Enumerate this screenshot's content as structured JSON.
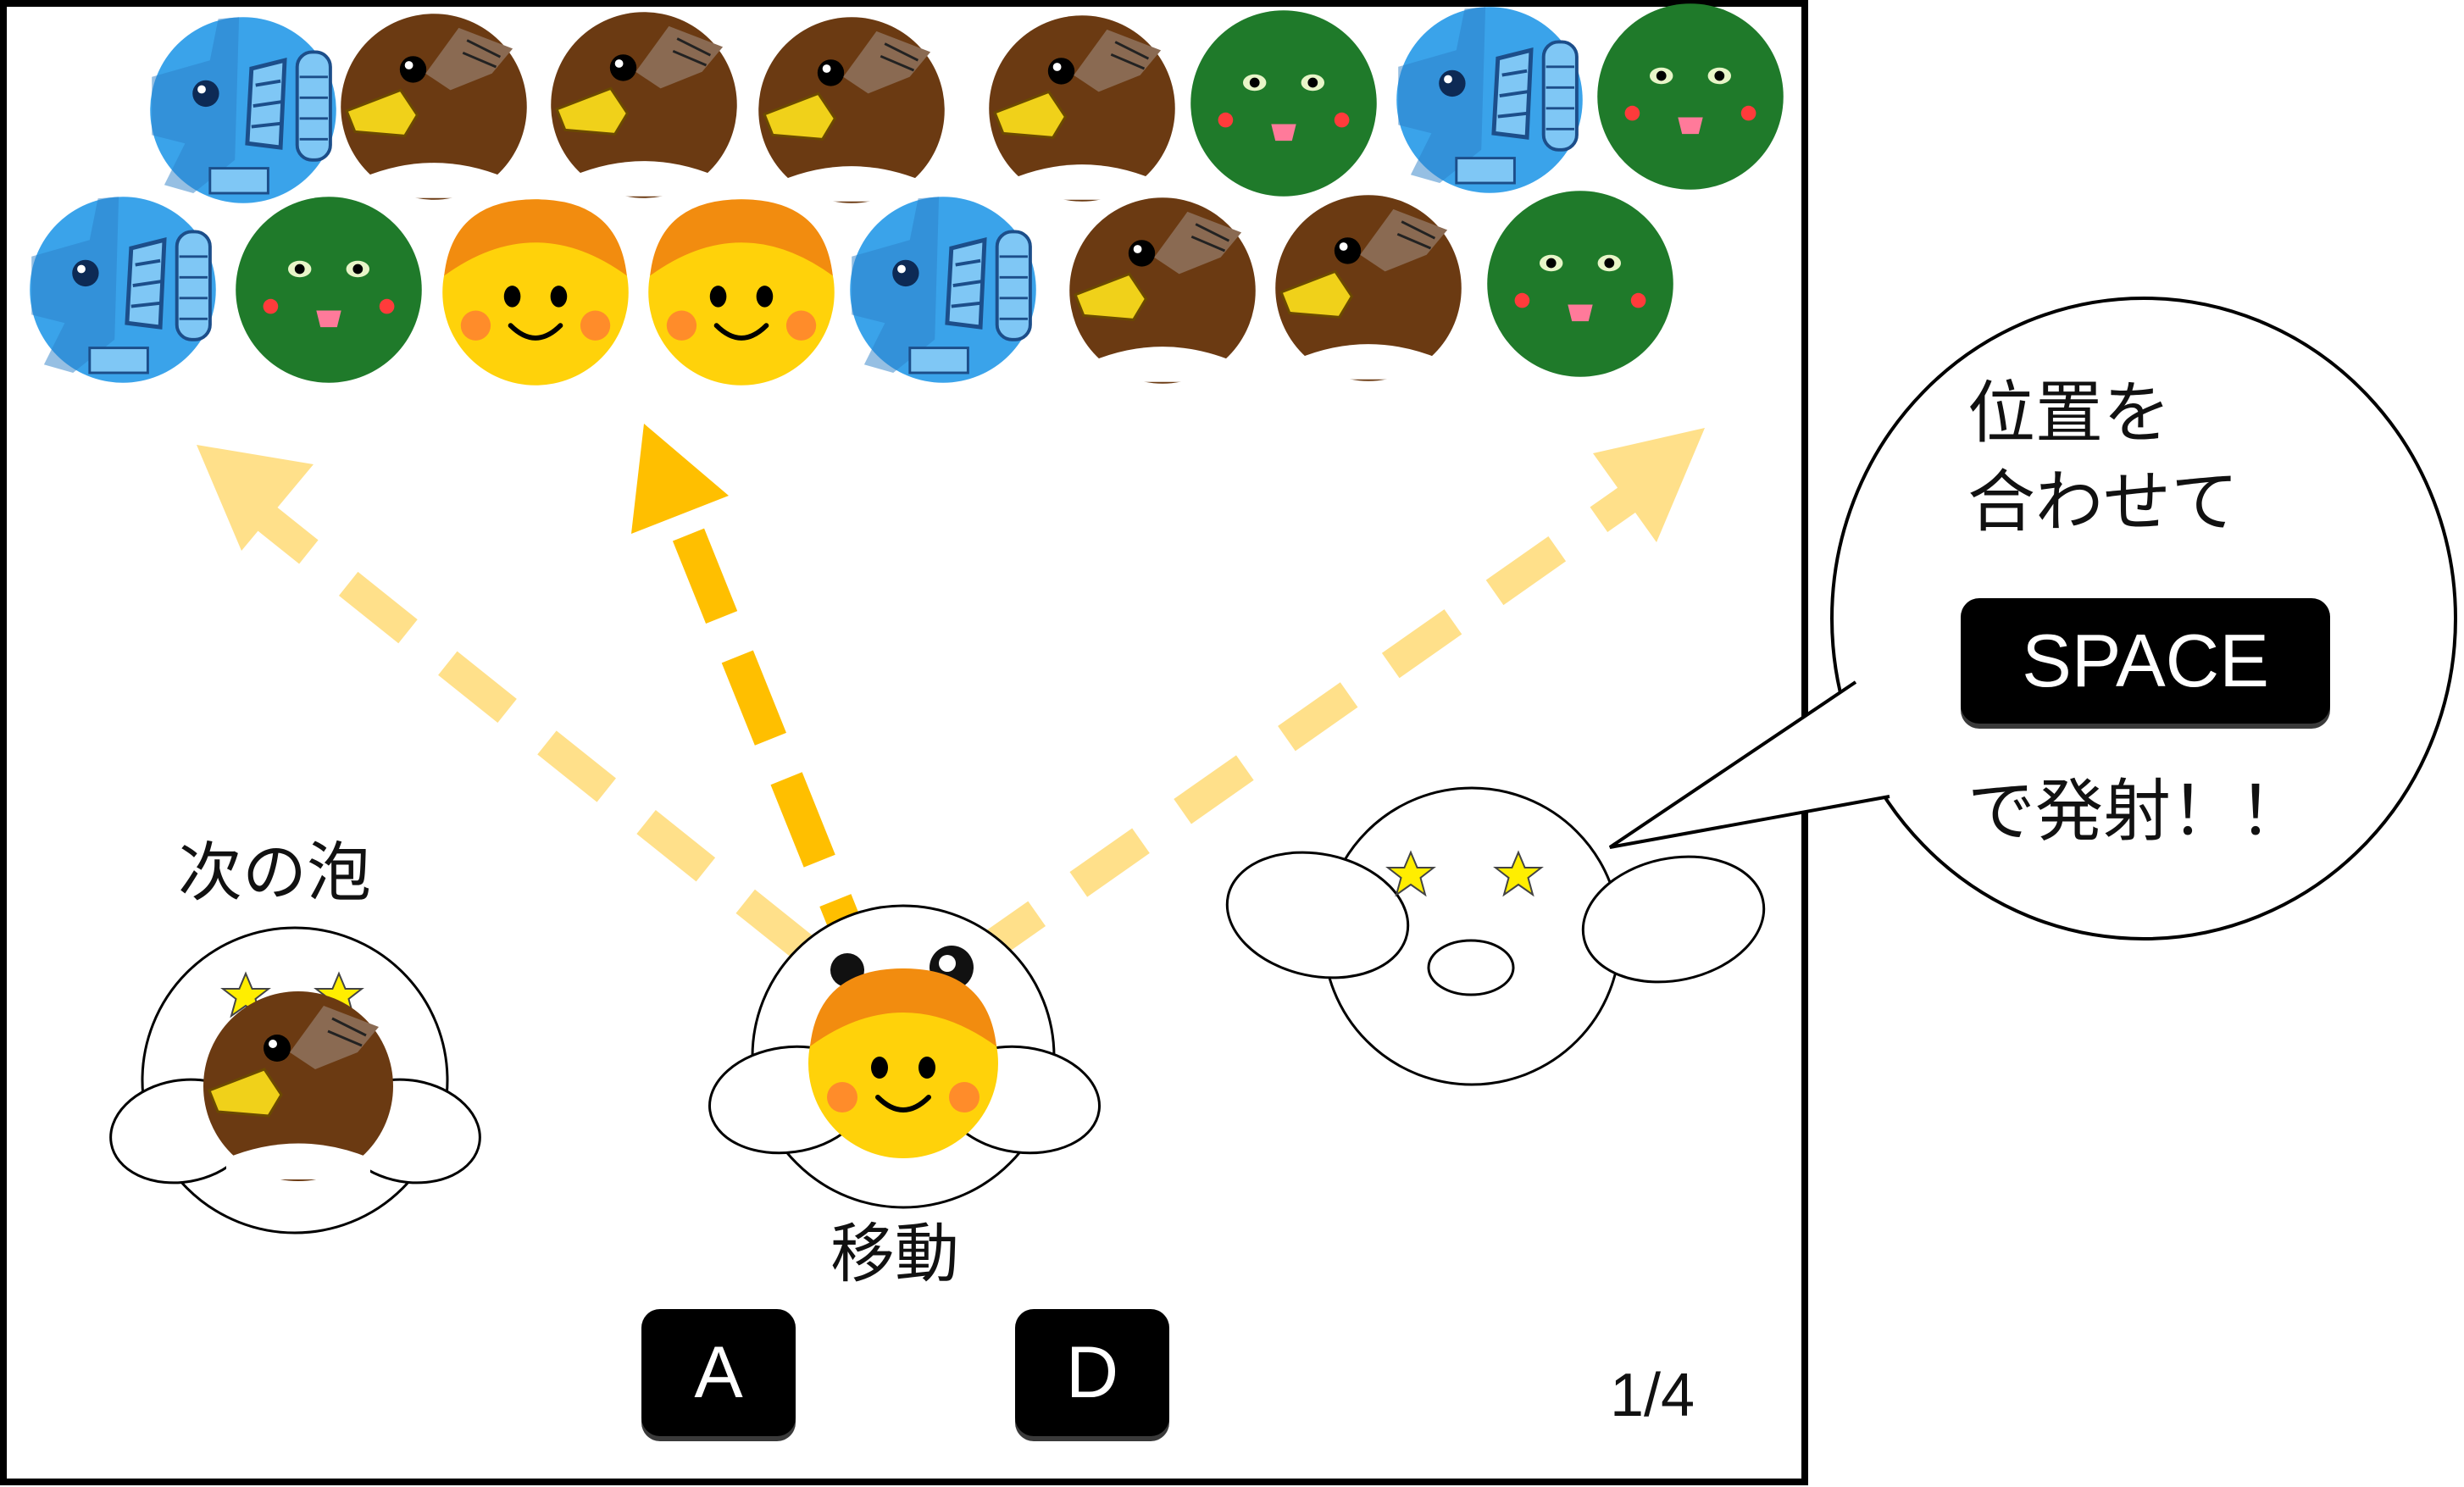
{
  "labels": {
    "next_bubble": "次の泡",
    "move": "移動",
    "page_indicator": "1/4"
  },
  "controls": {
    "left_key": "A",
    "right_key": "D",
    "fire_key": "SPACE"
  },
  "speech_bubble": {
    "line1": "位置を",
    "line2": "合わせて",
    "line3": "で発射！！"
  },
  "bubble_grid": {
    "row1": [
      "blue-bird",
      "brown-bird",
      "brown-bird",
      "brown-bird",
      "brown-bird",
      "green-frog",
      "blue-bird",
      "green-frog"
    ],
    "row2": [
      "blue-bird",
      "green-frog",
      "yellow-smiley",
      "yellow-smiley",
      "blue-bird",
      "brown-bird",
      "brown-bird",
      "green-frog"
    ]
  },
  "current_bubble": "yellow-smiley",
  "next_bubble": "brown-bird",
  "colors": {
    "blue_bird": "#3aa3ea",
    "brown_bird": "#6b3a12",
    "green_frog": "#1f7a2a",
    "yellow_smiley": "#ffd20a",
    "smiley_cap": "#f28c0f",
    "aim_arrow_active": "#ffbf00",
    "aim_arrow_faded": "#ffe08a",
    "key_background": "#000000",
    "star": "#ffee00"
  }
}
